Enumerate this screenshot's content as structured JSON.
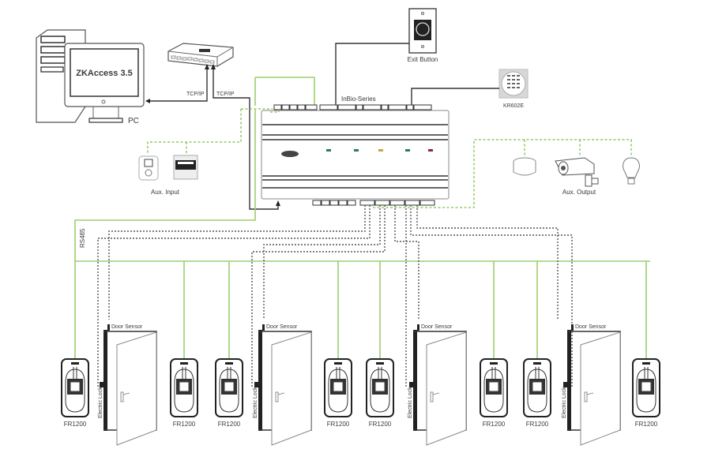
{
  "diagram": {
    "title": "InBio-Series access control wiring",
    "pc": {
      "screen_text": "ZKAccess 3.5",
      "label": "PC"
    },
    "network": {
      "link_label_1": "TCP/IP",
      "link_label_2": "TCP/IP"
    },
    "controller": {
      "label": "InBio-Series"
    },
    "exit_button": {
      "label": "Exit Button"
    },
    "keypad": {
      "label": "KR602E"
    },
    "aux_input": {
      "label": "Aux. Input"
    },
    "aux_output": {
      "label": "Aux. Output"
    },
    "bus": {
      "label": "RS485"
    },
    "doors": [
      {
        "sensor_label": "Door Sensor",
        "lock_label": "Electric Lock"
      },
      {
        "sensor_label": "Door Sensor",
        "lock_label": "Electric Lock"
      },
      {
        "sensor_label": "Door Sensor",
        "lock_label": "Electric Lock"
      },
      {
        "sensor_label": "Door Sensor",
        "lock_label": "Electric Lock"
      }
    ],
    "readers": [
      {
        "label": "FR1200"
      },
      {
        "label": "FR1200"
      },
      {
        "label": "FR1200"
      },
      {
        "label": "FR1200"
      },
      {
        "label": "FR1200"
      },
      {
        "label": "FR1200"
      },
      {
        "label": "FR1200"
      },
      {
        "label": "FR1200"
      }
    ],
    "led_colors": [
      "#2e7d4f",
      "#2e7d4f",
      "#c9a24a",
      "#2e7d4f",
      "#8a2a3a"
    ],
    "colors": {
      "rs485_line": "#9ccf6e",
      "aux_line": "#7fbf4a",
      "signal_line": "#555555"
    }
  }
}
